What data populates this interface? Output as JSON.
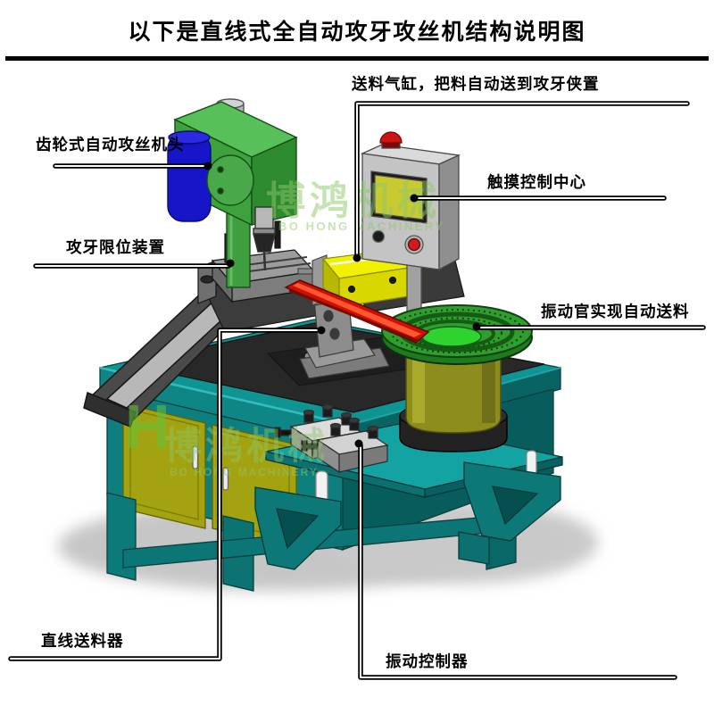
{
  "title": "以下是直线式全自动攻牙攻丝机结构说明图",
  "callouts": {
    "tapping_head": "齿轮式自动攻丝机头",
    "limit_device": "攻牙限位装置",
    "feed_cylinder": "送料气缸，把料自动送到攻牙侠置",
    "touch_control": "触摸控制中心",
    "vibration_plate": "振动官实现自动送料",
    "linear_feeder": "直线送料器",
    "vibration_controller": "振动控制器"
  },
  "watermark": {
    "logo_letter": "H",
    "brand_cn": "博鸿机械",
    "brand_en": "BO HONG MACHINERY"
  },
  "colors": {
    "table_teal": "#0e7f7f",
    "door_olive": "#a3a312",
    "head_green": "#3da23d",
    "motor_blue": "#1616c8",
    "bowl_rim_green": "#2f9e2f",
    "bowl_body_olive": "#8d8d1e",
    "rail_red": "#cc1100",
    "panel_gray": "#c4c4c4",
    "screen_yellow": "#c9c930",
    "alarm_red": "#cc1515"
  }
}
